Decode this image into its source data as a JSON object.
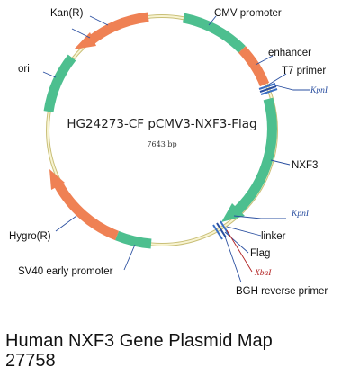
{
  "plasmid": {
    "name": "HG24273-CF pCMV3-NXF3-Flag",
    "size": "7643 bp"
  },
  "features": [
    {
      "name": "CMV promoter",
      "color": "#4dbf8f"
    },
    {
      "name": "enhancer",
      "color": "#ef8154"
    },
    {
      "name": "T7 primer",
      "color": "#3a6fc4"
    },
    {
      "name": "NXF3",
      "color": "#4dbf8f"
    },
    {
      "name": "linker",
      "color": "#3a6fc4"
    },
    {
      "name": "Flag",
      "color": "#3a6fc4"
    },
    {
      "name": "BGH reverse primer",
      "color": "#3a6fc4"
    },
    {
      "name": "SV40 early promoter",
      "color": "#4dbf8f"
    },
    {
      "name": "Hygro(R)",
      "color": "#ef8154"
    },
    {
      "name": "ori",
      "color": "#4dbf8f"
    },
    {
      "name": "Kan(R)",
      "color": "#ef8154"
    }
  ],
  "sites": [
    {
      "name": "KpnI",
      "color": "#2a4fa0"
    },
    {
      "name": "KpnI",
      "color": "#2a4fa0"
    },
    {
      "name": "XbaI",
      "color": "#b22222"
    }
  ],
  "caption": {
    "line1": "Human NXF3 Gene Plasmid Map",
    "line2": "27758"
  },
  "colors": {
    "backbone": "#f4eec0",
    "backbone_edge": "#c9bf78"
  }
}
